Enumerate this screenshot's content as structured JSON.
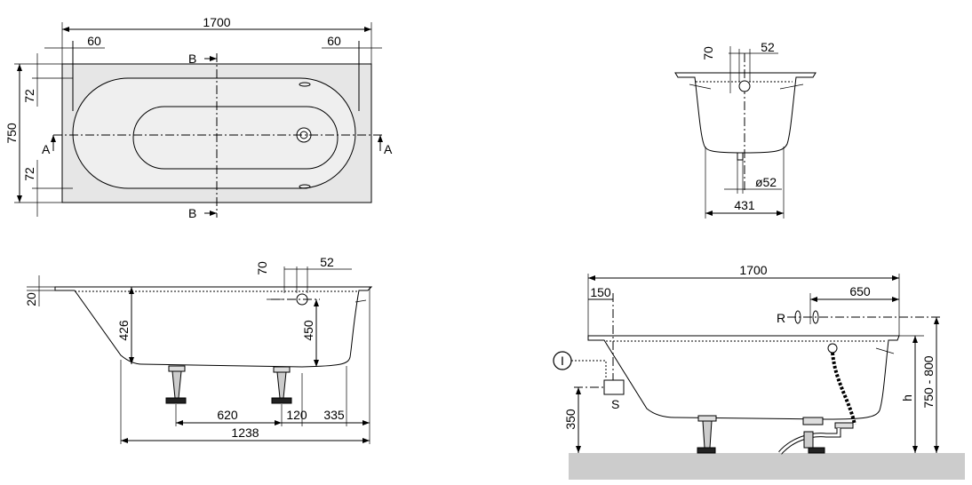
{
  "top_view": {
    "length": "1700",
    "edge_left": "60",
    "edge_right": "60",
    "width": "750",
    "edge_top": "72",
    "edge_bottom": "72",
    "section_a_left": "A",
    "section_a_right": "A",
    "section_b_top": "B",
    "section_b_bottom": "B"
  },
  "cross_section": {
    "overflow_offset": "70",
    "overflow_dia_top": "52",
    "drain_dia": "ø52",
    "base_width": "431"
  },
  "side_view": {
    "rim": "20",
    "depth": "426",
    "overflow_offset": "70",
    "overflow_dia": "52",
    "overflow_height": "450",
    "foot_spacing": "620",
    "foot_offset": "120",
    "end_distance": "335",
    "total_base": "1238"
  },
  "install_view": {
    "length": "1700",
    "left_offset": "150",
    "right_offset": "650",
    "valve_label": "R",
    "socket_label": "S",
    "mixer_symbol": "I",
    "socket_height": "350",
    "height_label": "h",
    "height_range": "750 - 800"
  }
}
